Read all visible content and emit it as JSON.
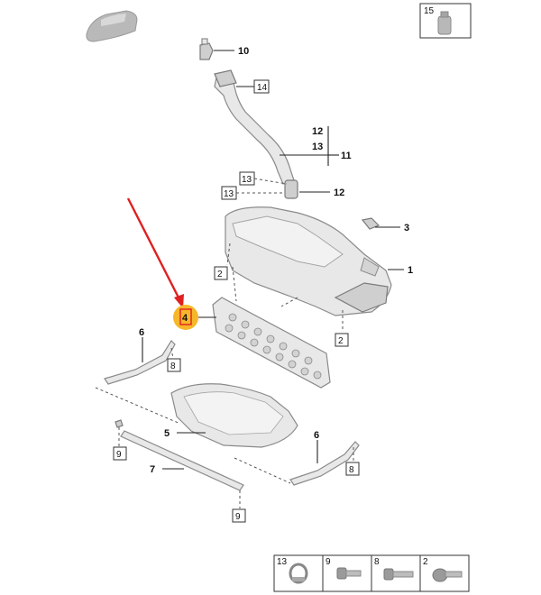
{
  "colors": {
    "highlight": "#f6b72a",
    "arrow": "#e02020",
    "part_fill": "#e8e8e8",
    "part_stroke": "#8a8a8a"
  },
  "labels": {
    "p1": "1",
    "p2a": "2",
    "p2b": "2",
    "p3": "3",
    "p4": "4",
    "p5": "5",
    "p6a": "6",
    "p6b": "6",
    "p7": "7",
    "p8a": "8",
    "p8b": "8",
    "p9a": "9",
    "p9b": "9",
    "p10": "10",
    "p11": "11",
    "p12a": "12",
    "p12b": "12",
    "p13a": "13",
    "p13b": "13",
    "p13c": "13",
    "p14": "14",
    "p15": "15"
  },
  "legend": {
    "items": [
      {
        "num": "13",
        "icon": "clamp-icon"
      },
      {
        "num": "9",
        "icon": "flange-bolt-icon"
      },
      {
        "num": "8",
        "icon": "flange-bolt-long-icon"
      },
      {
        "num": "2",
        "icon": "bolt-washer-icon"
      }
    ]
  },
  "inset": {
    "num": "15",
    "icon": "bottle-icon"
  }
}
